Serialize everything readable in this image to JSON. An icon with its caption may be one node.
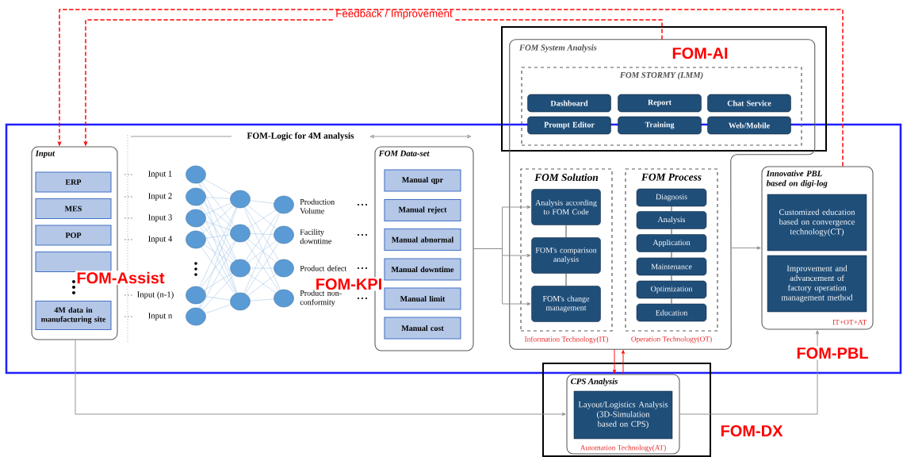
{
  "diagram": {
    "nodes": [
      {
        "text": [
          "Input"
        ]
      },
      {
        "text": [
          "ERP"
        ],
        "in": 0
      },
      {
        "text": [
          "MES"
        ],
        "in": 0
      },
      {
        "text": [
          "POP"
        ],
        "in": 0
      },
      {
        "text": [],
        "shape": "box",
        "in": 0
      },
      {
        "text": [
          "4M data in manufacturing site"
        ],
        "in": 0
      },
      {
        "text": [
          "FOM Data-set"
        ]
      },
      {
        "text": [
          "Manual qpr"
        ],
        "in": 6
      },
      {
        "text": [
          "Manual reject"
        ],
        "in": 6
      },
      {
        "text": [
          "Manual abnormal"
        ],
        "in": 6
      },
      {
        "text": [
          "Manual downtime"
        ],
        "in": 6
      },
      {
        "text": [
          "Manual limit"
        ],
        "in": 6
      },
      {
        "text": [
          "Manual cost"
        ],
        "in": 6
      },
      {
        "text": [
          "FOM System Analysis"
        ]
      },
      {
        "text": [
          "FOM STORMY (LMM)"
        ],
        "in": 13
      },
      {
        "text": [
          "Dashboard"
        ],
        "in": 14
      },
      {
        "text": [
          "Report"
        ],
        "in": 14
      },
      {
        "text": [
          "Chat Service"
        ],
        "in": 14
      },
      {
        "text": [
          "Prompt Editor"
        ],
        "in": 14
      },
      {
        "text": [
          "Training"
        ],
        "in": 14
      },
      {
        "text": [
          "Web/Mobile"
        ],
        "in": 14
      },
      {
        "text": [
          "FOM Solution"
        ],
        "in": 13,
        "beside": [
          "Information Technology(IT)"
        ]
      },
      {
        "text": [
          "Analysis according to FOM Code"
        ],
        "in": 21
      },
      {
        "text": [
          "FOM's comparison analysis"
        ],
        "in": 21
      },
      {
        "text": [
          "FOM's change management"
        ],
        "in": 21
      },
      {
        "text": [
          "FOM Process"
        ],
        "in": 13,
        "beside": [
          "Operation Technology(OT)"
        ]
      },
      {
        "text": [
          "Diagnosis"
        ],
        "in": 25
      },
      {
        "text": [
          "Analysis"
        ],
        "in": 25
      },
      {
        "text": [
          "Application"
        ],
        "in": 25
      },
      {
        "text": [
          "Maintenance"
        ],
        "in": 25
      },
      {
        "text": [
          "Optimization"
        ],
        "in": 25
      },
      {
        "text": [
          "Education"
        ],
        "in": 25
      },
      {
        "text": [
          "Innovative PBL based on digi-log",
          "IT+OT+AT"
        ]
      },
      {
        "text": [
          "Customized education based on convergence technology(CT)"
        ],
        "in": 32
      },
      {
        "text": [
          "Improvement and advancement of factory operation management method"
        ],
        "in": 32
      },
      {
        "text": [
          "CPS Analysis",
          "Automation Technology(AT)"
        ]
      },
      {
        "text": [
          "Layout/Logistics Analysis (3D-Simulation based on CPS)"
        ],
        "in": 35
      }
    ],
    "edges": [
      {
        "from": 13,
        "to": 0,
        "arrow": "to",
        "style": "dashed",
        "color": "#ff0000",
        "label": "Feedback / Improvement"
      },
      {
        "from": 32,
        "to": 0,
        "arrow": "to",
        "style": "dashed",
        "color": "#ff0000"
      },
      {
        "from": 0,
        "to": 35,
        "arrow": "to",
        "color": "#8c8c8c"
      },
      {
        "from": 6,
        "to": 22,
        "arrow": "to",
        "color": "#8c8c8c"
      },
      {
        "from": 6,
        "to": 23,
        "arrow": "to",
        "color": "#8c8c8c"
      },
      {
        "from": 6,
        "to": 24,
        "arrow": "to",
        "color": "#8c8c8c"
      },
      {
        "from": 22,
        "to": 23,
        "arrow": "none"
      },
      {
        "from": 23,
        "to": 24,
        "arrow": "none"
      },
      {
        "from": 26,
        "to": 27,
        "arrow": "none"
      },
      {
        "from": 27,
        "to": 28,
        "arrow": "none"
      },
      {
        "from": 28,
        "to": 29,
        "arrow": "none"
      },
      {
        "from": 29,
        "to": 30,
        "arrow": "none"
      },
      {
        "from": 30,
        "to": 31,
        "arrow": "none"
      },
      {
        "from": 13,
        "to": 32,
        "arrow": "to",
        "color": "#8c8c8c"
      },
      {
        "from": 13,
        "to": 35,
        "arrow": "to",
        "color": "#ff0000"
      },
      {
        "from": 35,
        "to": 13,
        "arrow": "to",
        "color": "#ff0000"
      },
      {
        "from": 35,
        "to": 32,
        "arrow": "to",
        "color": "#8c8c8c"
      }
    ],
    "labels": [
      "FOM-Logic for 4M analysis",
      "Input 1",
      "Input 2",
      "Input 3",
      "Input 4",
      "Input (n-1)",
      "Input n",
      "Production Volume",
      "Facility downtime",
      "Product defect",
      "Product non-conformity",
      "FOM-AI",
      "FOM-Assist",
      "FOM-KPI",
      "FOM-PBL",
      "FOM-DX"
    ]
  }
}
